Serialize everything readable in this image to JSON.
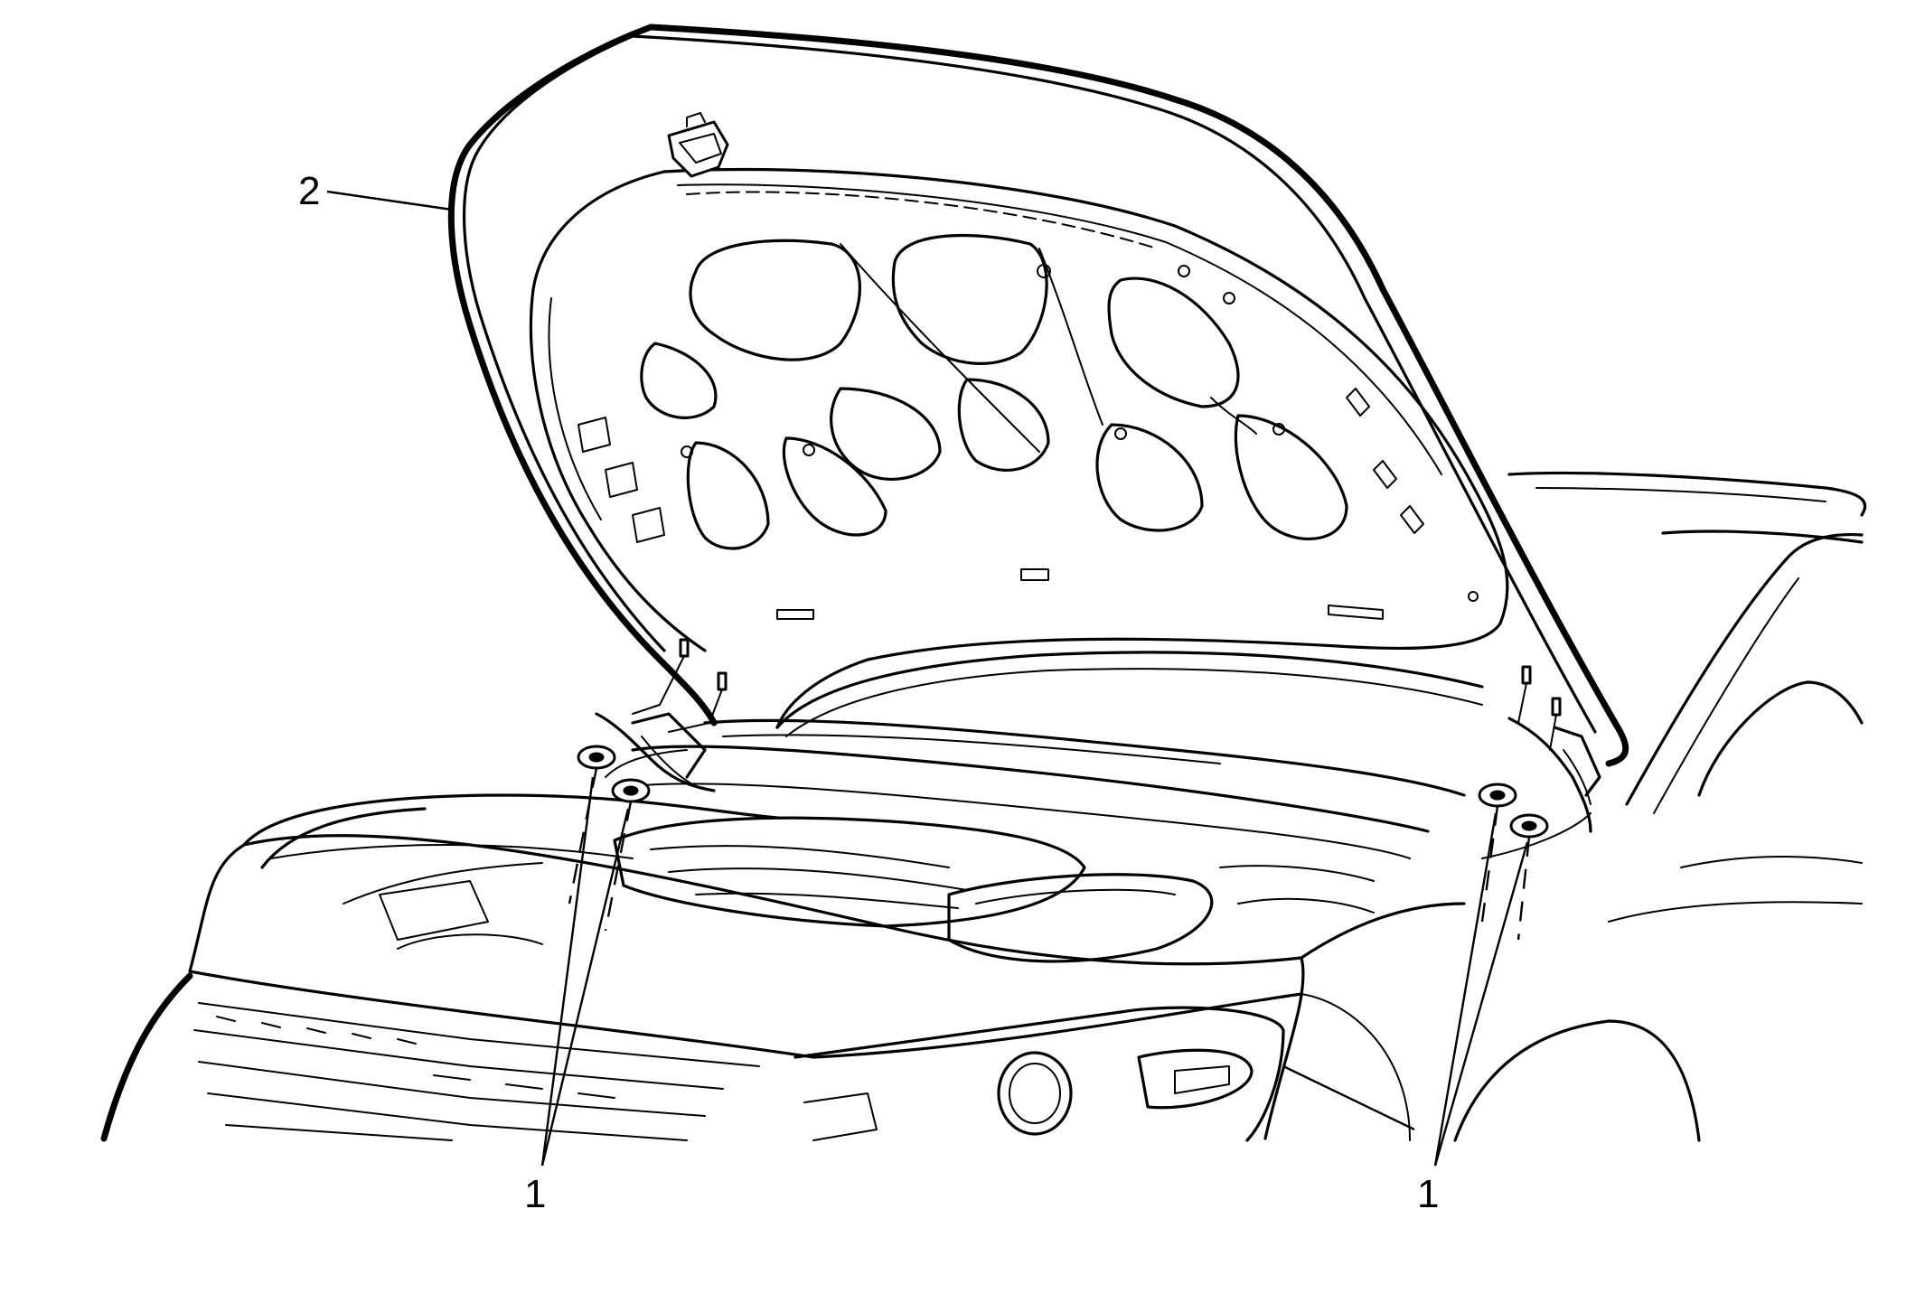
{
  "figure": {
    "callouts": [
      {
        "id": "hood",
        "label": "2"
      },
      {
        "id": "hinge-bolts-left",
        "label": "1"
      },
      {
        "id": "hinge-bolts-right",
        "label": "1"
      }
    ]
  }
}
